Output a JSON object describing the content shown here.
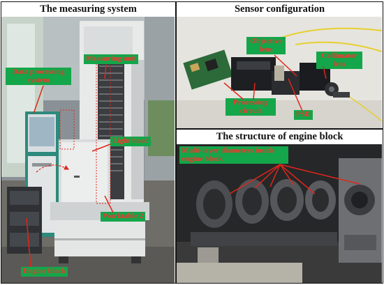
{
  "panels": {
    "measuring_system": {
      "title": "The measuring system",
      "labels": {
        "measuring_unit": "Measuring unit",
        "data_processing_system": "Data processing system",
        "light_hood": "Light hood",
        "worktable": "Worktable 2",
        "engine_block": "Engine block"
      }
    },
    "sensor_configuration": {
      "title": "Sensor configuration",
      "labels": {
        "objective_lens": "Objective lens",
        "collimator_lens": "Collimator lens",
        "processing_circuit": "Processing circuit",
        "psd": "PSD"
      }
    },
    "engine_block_structure": {
      "title": "The structure of engine block",
      "labels": {
        "multi_layer": "Multi-layer diameters inside engine block"
      }
    }
  },
  "colors": {
    "label_background": "#14a64a",
    "label_text": "#e53a2e",
    "annotation_line": "#e0261b",
    "panel_border": "#111111"
  }
}
